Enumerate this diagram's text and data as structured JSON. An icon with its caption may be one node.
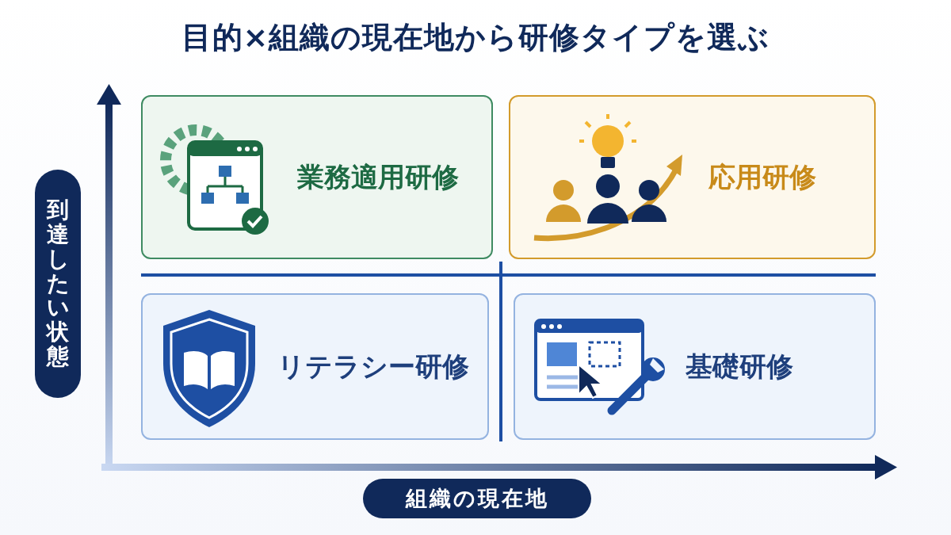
{
  "diagram": {
    "title": "目的×組織の現在地から研修タイプを選ぶ",
    "nodes": [
      {
        "text": [
          "業務適用研修"
        ]
      },
      {
        "text": [
          "応用研修"
        ]
      },
      {
        "text": [
          "リテラシー研修"
        ]
      },
      {
        "text": [
          "基礎研修"
        ]
      }
    ],
    "labels": [
      "到達したい状態",
      "組織の現在地"
    ]
  }
}
